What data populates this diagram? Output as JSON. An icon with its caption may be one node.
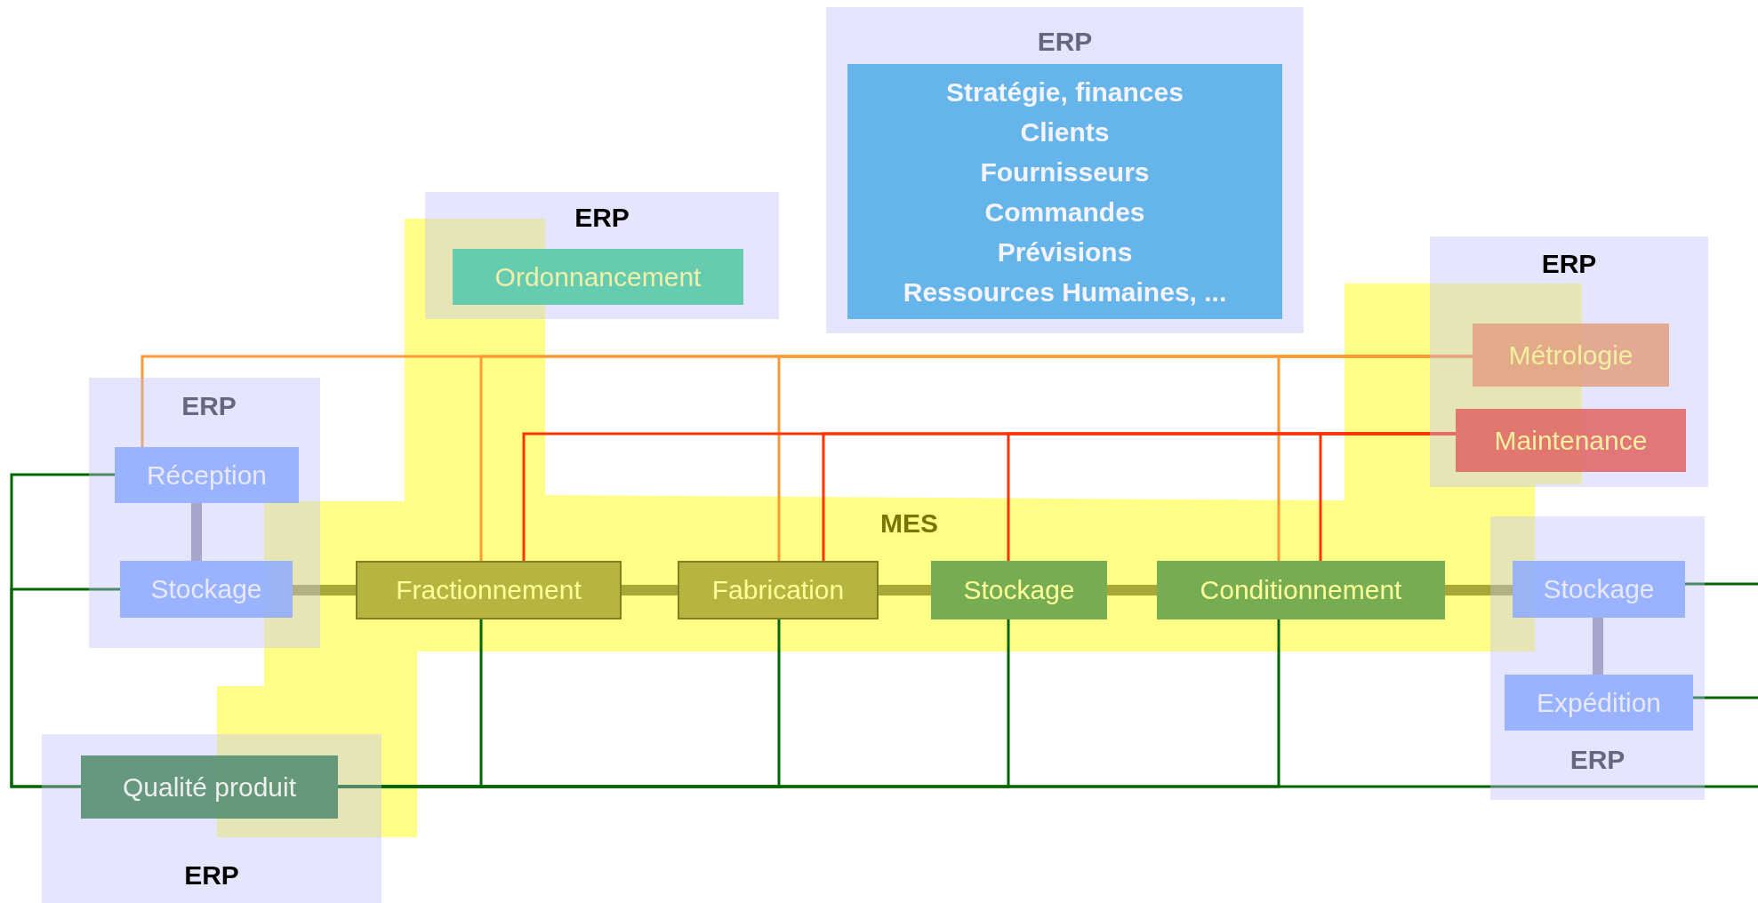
{
  "diagram": {
    "nodes": [
      {
        "text": [
          "ERP"
        ]
      },
      {
        "text": [
          "Stratégie, finances",
          "Clients",
          "Fournisseurs",
          "Commandes",
          "Prévisions",
          "Ressources Humaines, ..."
        ],
        "in": 0
      },
      {
        "text": [
          "ERP"
        ]
      },
      {
        "text": [
          "Ordonnancement"
        ],
        "in": 2
      },
      {
        "text": [
          "ERP"
        ]
      },
      {
        "text": [
          "Métrologie"
        ],
        "in": 4
      },
      {
        "text": [
          "Maintenance"
        ],
        "in": 4
      },
      {
        "text": [
          "ERP"
        ]
      },
      {
        "text": [
          "Réception"
        ],
        "in": 7
      },
      {
        "text": [
          "Stockage"
        ],
        "in": 7
      },
      {
        "text": [
          "MES"
        ]
      },
      {
        "text": [
          "Fractionnement"
        ],
        "in": 10
      },
      {
        "text": [
          "Fabrication"
        ],
        "in": 10
      },
      {
        "text": [
          "Stockage"
        ],
        "in": 10
      },
      {
        "text": [
          "Conditionnement"
        ],
        "in": 10
      },
      {
        "text": [
          "ERP"
        ]
      },
      {
        "text": [
          "Stockage"
        ],
        "in": 15
      },
      {
        "text": [
          "Expédition"
        ],
        "in": 15
      },
      {
        "text": [
          "ERP"
        ]
      },
      {
        "text": [
          "Qualité produit"
        ],
        "in": 18
      }
    ],
    "edges": [
      {
        "from": 8,
        "to": 9,
        "arrow": "none",
        "style": "thick",
        "color": "#9797ad"
      },
      {
        "from": 16,
        "to": 17,
        "arrow": "none",
        "style": "thick",
        "color": "#9797ad"
      },
      {
        "from": 9,
        "to": 11,
        "arrow": "none",
        "style": "thick",
        "color": "#a8a838"
      },
      {
        "from": 11,
        "to": 12,
        "arrow": "none",
        "style": "thick",
        "color": "#a8a838"
      },
      {
        "from": 12,
        "to": 13,
        "arrow": "none",
        "style": "thick",
        "color": "#a8a838"
      },
      {
        "from": 13,
        "to": 14,
        "arrow": "none",
        "style": "thick",
        "color": "#a8a838"
      },
      {
        "from": 14,
        "to": 16,
        "arrow": "none",
        "style": "thick",
        "color": "#a8a838"
      },
      {
        "from": 5,
        "to": 8,
        "arrow": "none",
        "color": "#ff9933"
      },
      {
        "from": 5,
        "to": 11,
        "arrow": "none",
        "color": "#ff9933"
      },
      {
        "from": 5,
        "to": 12,
        "arrow": "none",
        "color": "#ff9933"
      },
      {
        "from": 5,
        "to": 14,
        "arrow": "none",
        "color": "#ff9933"
      },
      {
        "from": 6,
        "to": 11,
        "arrow": "none",
        "color": "#ff3300"
      },
      {
        "from": 6,
        "to": 12,
        "arrow": "none",
        "color": "#ff3300"
      },
      {
        "from": 6,
        "to": 13,
        "arrow": "none",
        "color": "#ff3300"
      },
      {
        "from": 6,
        "to": 14,
        "arrow": "none",
        "color": "#ff3300"
      },
      {
        "from": 19,
        "to": 8,
        "arrow": "none"
      },
      {
        "from": 19,
        "to": 9,
        "arrow": "none"
      },
      {
        "from": 19,
        "to": 11,
        "arrow": "none"
      },
      {
        "from": 19,
        "to": 12,
        "arrow": "none"
      },
      {
        "from": 19,
        "to": 13,
        "arrow": "none"
      },
      {
        "from": 19,
        "to": 14,
        "arrow": "none"
      },
      {
        "from": 16,
        "to": null,
        "arrow": "none"
      },
      {
        "from": 17,
        "to": null,
        "arrow": "none"
      },
      {
        "from": 19,
        "to": null,
        "arrow": "none"
      }
    ]
  }
}
